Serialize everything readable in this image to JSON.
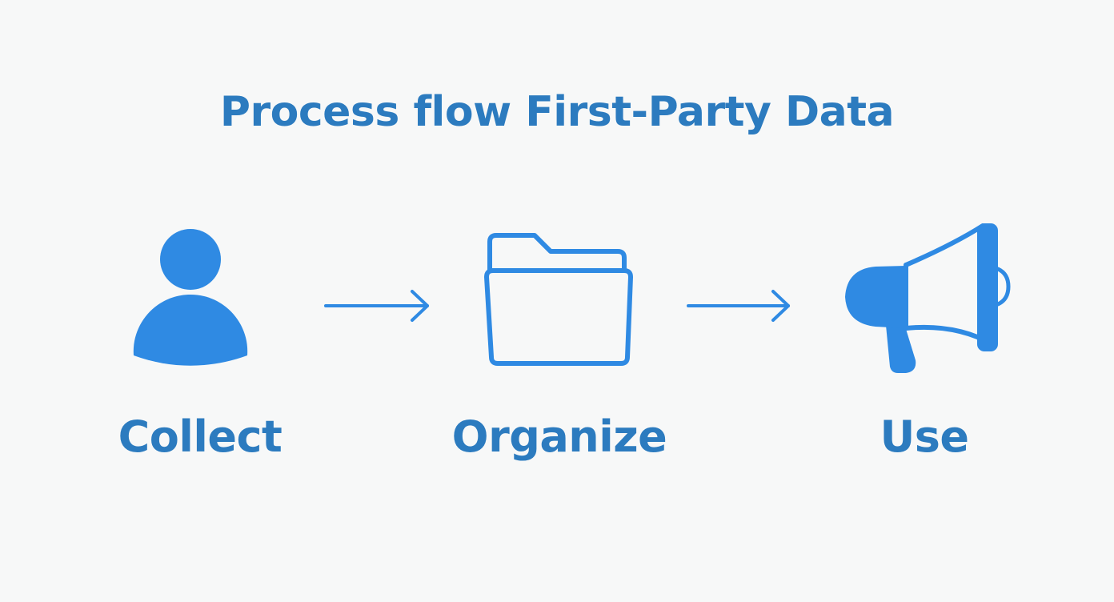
{
  "title": "Process flow First-Party Data",
  "steps": [
    {
      "label": "Collect",
      "icon": "person-icon"
    },
    {
      "label": "Organize",
      "icon": "folder-icon"
    },
    {
      "label": "Use",
      "icon": "megaphone-icon"
    }
  ],
  "colors": {
    "background": "#f7f8f8",
    "text": "#2c7bbf",
    "icon": "#2f8ae3"
  }
}
